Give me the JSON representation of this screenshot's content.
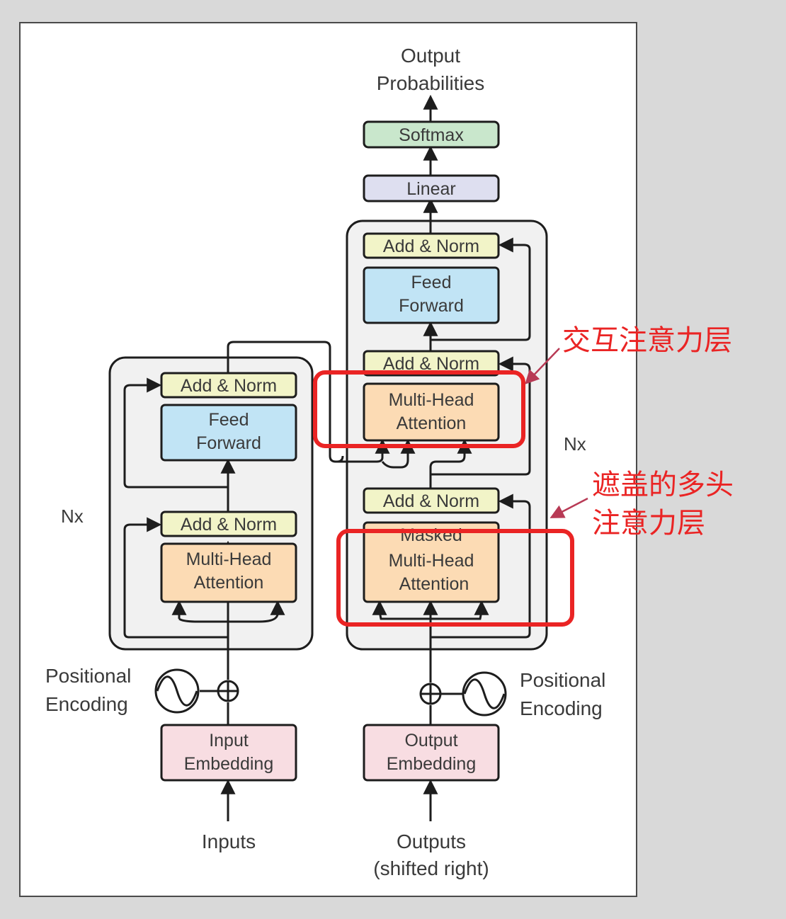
{
  "colors": {
    "page_background": "#d9d9d9",
    "figure_background": "#ffffff",
    "stack_fill": "#f1f1f1",
    "add_norm": "#f2f4c8",
    "feed_forward": "#c1e4f5",
    "attention": "#fcdbb4",
    "embedding": "#f8dde2",
    "linear": "#dedff0",
    "softmax": "#c9e7cc",
    "annotation_red": "#ea2424",
    "stroke": "#1d1d1d"
  },
  "output_label": {
    "line1": "Output",
    "line2": "Probabilities"
  },
  "softmax": "Softmax",
  "linear": "Linear",
  "encoder": {
    "repeat": "Nx",
    "add_norm_top": "Add & Norm",
    "feed_forward": {
      "line1": "Feed",
      "line2": "Forward"
    },
    "add_norm_bottom": "Add & Norm",
    "attention": {
      "line1": "Multi-Head",
      "line2": "Attention"
    },
    "positional_encoding": {
      "line1": "Positional",
      "line2": "Encoding"
    },
    "embedding": {
      "line1": "Input",
      "line2": "Embedding"
    },
    "input_label": "Inputs"
  },
  "decoder": {
    "repeat": "Nx",
    "add_norm_top": "Add & Norm",
    "feed_forward": {
      "line1": "Feed",
      "line2": "Forward"
    },
    "add_norm_middle": "Add & Norm",
    "cross_attention": {
      "line1": "Multi-Head",
      "line2": "Attention"
    },
    "add_norm_bottom": "Add & Norm",
    "masked_attention": {
      "line0": "Masked",
      "line1": "Multi-Head",
      "line2": "Attention"
    },
    "positional_encoding": {
      "line1": "Positional",
      "line2": "Encoding"
    },
    "embedding": {
      "line1": "Output",
      "line2": "Embedding"
    },
    "input_label": {
      "line1": "Outputs",
      "line2": "(shifted right)"
    }
  },
  "annotations": {
    "cross_attention": "交互注意力层",
    "masked_attention": {
      "line1": "遮盖的多头",
      "line2": "注意力层"
    }
  }
}
